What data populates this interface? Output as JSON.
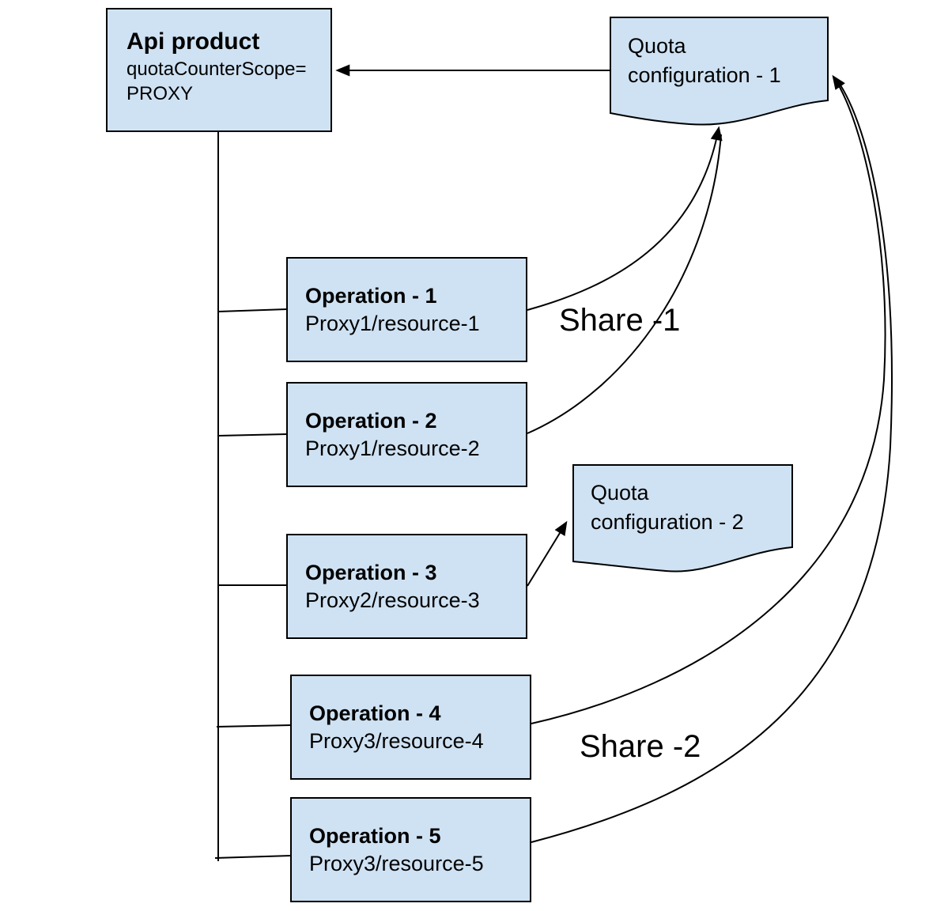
{
  "diagram": {
    "api_product": {
      "title": "Api product",
      "attribute_lines": [
        "quotaCounterScope=",
        "PROXY"
      ]
    },
    "quota_config_1": {
      "lines": [
        "Quota",
        "configuration - 1"
      ]
    },
    "quota_config_2": {
      "lines": [
        "Quota",
        "configuration - 2"
      ]
    },
    "operations": [
      {
        "title": "Operation - 1",
        "resource": "Proxy1/resource-1"
      },
      {
        "title": "Operation - 2",
        "resource": "Proxy1/resource-2"
      },
      {
        "title": "Operation - 3",
        "resource": "Proxy2/resource-3"
      },
      {
        "title": "Operation - 4",
        "resource": "Proxy3/resource-4"
      },
      {
        "title": "Operation - 5",
        "resource": "Proxy3/resource-5"
      }
    ],
    "share_labels": {
      "share_1": "Share -1",
      "share_2": "Share -2"
    },
    "colors": {
      "node_fill": "#cfe2f3",
      "node_border": "#000000",
      "connector": "#000000",
      "background": "#ffffff"
    }
  }
}
